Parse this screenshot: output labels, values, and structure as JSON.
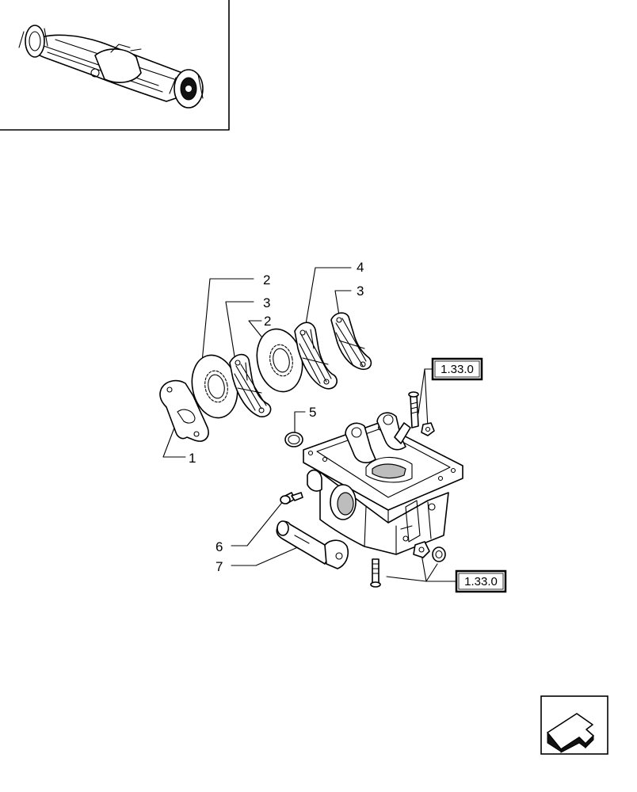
{
  "callouts": [
    {
      "id": "1",
      "label": "1"
    },
    {
      "id": "2a",
      "label": "2"
    },
    {
      "id": "3a",
      "label": "3"
    },
    {
      "id": "2b",
      "label": "2"
    },
    {
      "id": "4",
      "label": "4"
    },
    {
      "id": "3b",
      "label": "3"
    },
    {
      "id": "5",
      "label": "5"
    },
    {
      "id": "6",
      "label": "6"
    },
    {
      "id": "7",
      "label": "7"
    }
  ],
  "references": {
    "upper": "1.33.0",
    "lower": "1.33.0"
  },
  "icons": {
    "thumbnail": "axle-thumbnail-icon",
    "navigation": "previous-page-arrow-icon"
  }
}
